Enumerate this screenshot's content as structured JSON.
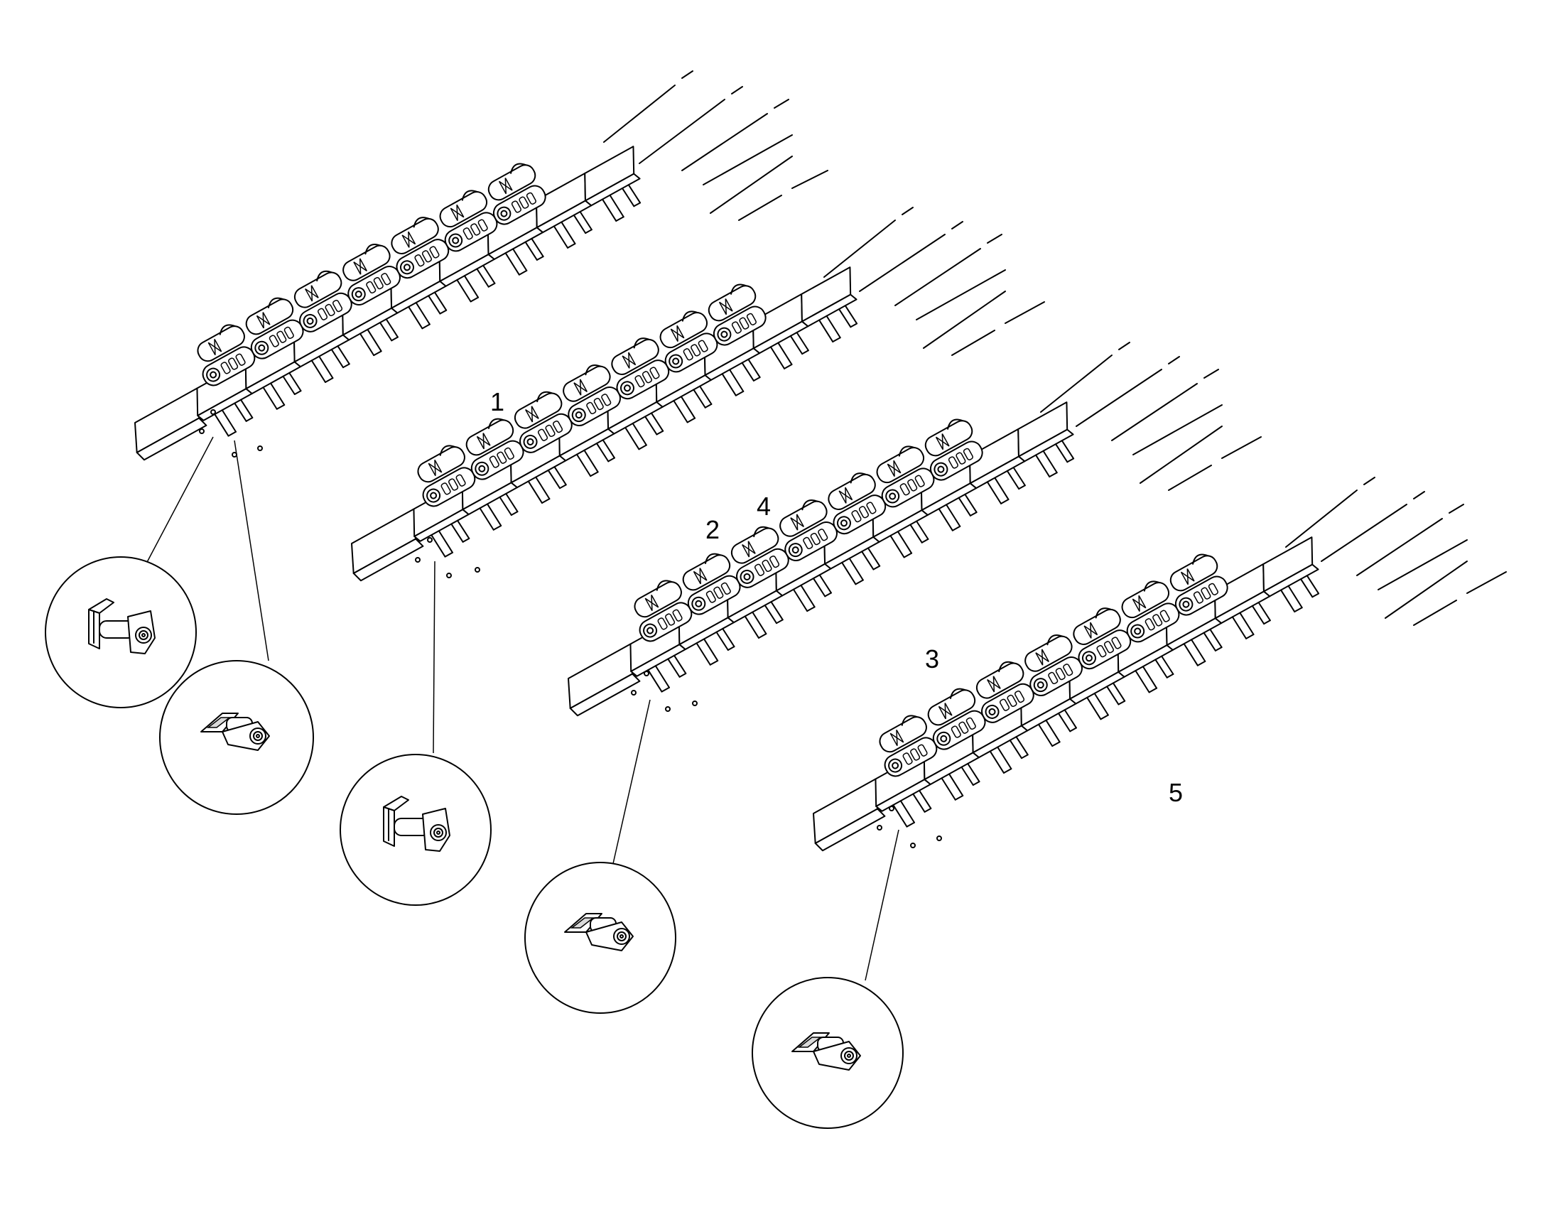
{
  "diagram": {
    "background": "#ffffff",
    "ink": "#000000",
    "callouts": [
      {
        "id": "1",
        "label": "1"
      },
      {
        "id": "2",
        "label": "2"
      },
      {
        "id": "4",
        "label": "4"
      },
      {
        "id": "3",
        "label": "3"
      },
      {
        "id": "5",
        "label": "5"
      }
    ],
    "assemblies": [
      {
        "id": "track-assembly-1",
        "detail_views": [
          "bolt-detail-open-shoe",
          "bolt-detail-closed-shoe"
        ]
      },
      {
        "id": "track-assembly-2",
        "detail_views": [
          "bolt-detail-open-shoe"
        ]
      },
      {
        "id": "track-assembly-3",
        "detail_views": [
          "bolt-detail-closed-shoe"
        ]
      },
      {
        "id": "track-assembly-5",
        "detail_views": [
          "bolt-detail-flat-shoe"
        ]
      }
    ]
  }
}
